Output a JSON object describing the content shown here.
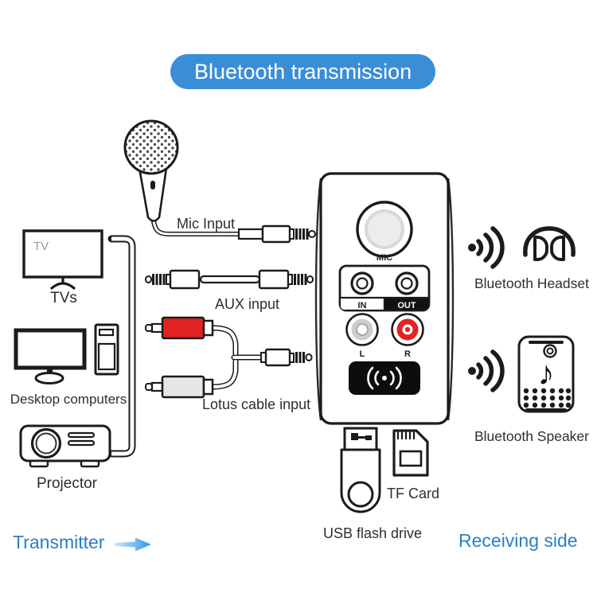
{
  "header": {
    "title": "Bluetooth transmission"
  },
  "transmitter_section": {
    "title": "Transmitter",
    "mic_label": "Mic Input",
    "aux_label": "AUX input",
    "lotus_label": "Lotus cable input",
    "tv_screen_text": "TV",
    "tvs_label": "TVs",
    "desktop_label": "Desktop computers",
    "projector_label": "Projector"
  },
  "device_panel": {
    "knob_label": "MIC",
    "in_label": "IN",
    "out_label": "OUT",
    "left_rca_label": "L",
    "right_rca_label": "R"
  },
  "receiving_section": {
    "title": "Receiving side",
    "headset_label": "Bluetooth Headset",
    "speaker_label": "Bluetooth Speaker",
    "usb_label": "USB flash drive",
    "tf_label": "TF Card"
  },
  "icons": {
    "music_note_glyph": "♪",
    "names": [
      "microphone-icon",
      "tv-icon",
      "desktop-computer-icon",
      "projector-icon",
      "aux-cable-icon",
      "lotus-cable-icon",
      "audio-jack-icon",
      "mic-knob",
      "nfc-wave-icon",
      "sound-waves-icon",
      "headset-icon",
      "speaker-icon",
      "usb-flash-drive-icon",
      "tf-card-icon",
      "arrow-right-icon",
      "group-bracket"
    ]
  },
  "colors": {
    "accent_blue": "#3a8ed8",
    "text_blue": "#2b7ec5",
    "rca_red": "#e32222",
    "rca_white": "#e6e6e6",
    "outline": "#1b1b1b"
  }
}
